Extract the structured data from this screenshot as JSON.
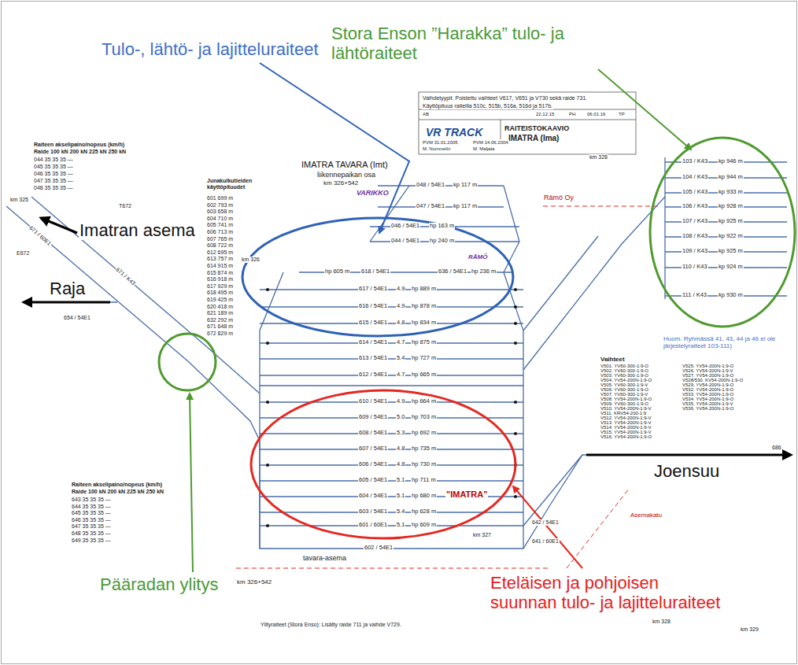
{
  "diagram": {
    "labels": [
      "Stora Enson ”Harakka” tulo- ja lähtöraiteet",
      "Tulo-, lähtö- ja lajitteluraiteet",
      "Imatran asema",
      "Raja",
      "Joensuu",
      "Pääradan ylitys",
      "Eteläisen ja pohjoisen suunnan tulo- ja lajitteluraiteet",
      "IMATRA TAVARA (Imt)",
      "liikennepaikan osa",
      "km 326+542",
      "VARIKKO",
      "VR TRACK",
      "RAITEISTOKAAVIO",
      "IMATRA (Ima)",
      "Rämö Oy",
      "RÄMÖ",
      "\"IMATRA\"",
      "tavara-asema",
      "Asemakatu",
      "km 326+542",
      "Ylityraiteet (Stora Enso): Lisätty raide 711 ja vaihde V729.",
      "Huom. Ryhmässä 41, 43, 44 ja 46 ei ole järjestelyraiteet 103-111)",
      "Vaihdetyypit. Poistettu vaihteet V617, V651 ja V730 sekä raide 731.",
      "Käyttöpituus raiteilla 510c, 515b, 516a, 516d ja 517b.",
      "Vaihteet",
      "km 325",
      "km 326",
      "km 327",
      "km 328",
      "km 329",
      "km 328",
      "Raiteen akselipaino/nopeus (km/h)",
      "Raide 100 kN 200 kN 225 kN 250 kN",
      "044 35 35 35 —",
      "045 35 35 35 —",
      "046 35 35 35 —",
      "047 35 35 35 —",
      "048 35 35 35 —",
      "Junakulkutieiden käyttöpituudet",
      "601 699 m",
      "602 793 m",
      "603 658 m",
      "604 710 m",
      "605 741 m",
      "606 713 m",
      "607 765 m",
      "608 722 m",
      "612 695 m",
      "613 757 m",
      "614 915 m",
      "615 874 m",
      "616 918 m",
      "617 929 m",
      "618 495 m",
      "619 425 m",
      "620 418 m",
      "621 189 m",
      "632 292 m",
      "671 648 m",
      "672 829 m",
      "Raiteen akselipaino/nopeus (km/h)",
      "Raide 100 kN 200 kN 225 kN 250 kN",
      "643 35 35 35 —",
      "644 35 35 35 —",
      "645 35 35 35 —",
      "646 35 35 35 —",
      "647 35 35 35 —",
      "648 35 35 35 —",
      "649 35 35 35 —",
      "617 / 54E1",
      "4.9",
      "hp 889 m",
      "616 / 54E1",
      "4.9",
      "hp 878 m",
      "615 / 54E1",
      "4.8",
      "hp 834 m",
      "614 / 54E1",
      "4.7",
      "hp 875 m",
      "613 / 54E1",
      "5.4",
      "hp 727 m",
      "612 / 54E1",
      "4.7",
      "hp 665 m",
      "610 / 54E1",
      "4.9",
      "hp 664 m",
      "609 / 54E1",
      "5.0",
      "hp 703 m",
      "608 / 54E1",
      "5.3",
      "hp 692 m",
      "607 / 54E1",
      "4.8",
      "hp 735 m",
      "606 / 54E1",
      "4.8",
      "hp 730 m",
      "605 / 54E1",
      "5.1",
      "hp 711 m",
      "604 / 54E1",
      "5.1",
      "hp 680 m",
      "603 / 54E1",
      "5.4",
      "hp 628 m",
      "601 / 60E1",
      "5.1",
      "hp 609 m",
      "602 / 54E1",
      "618 / 54E1",
      "hp 605 m",
      "048 / 54E1",
      "kp 117 m",
      "047 / 54E1",
      "kp 117 m",
      "046 / 54E1",
      "hp 163 m",
      "044 / 54E1",
      "hp 240 m",
      "636 / 54E1",
      "hp 236 m",
      "654 / 54E1",
      "671 / 60E1",
      "671 / K43",
      "641 / 60E1",
      "642 / 54E1",
      "686",
      "E672",
      "T672",
      "103 / K43",
      "kp 946 m",
      "104 / K43",
      "kp 944 m",
      "105 / K43",
      "kp 933 m",
      "106 / K43",
      "kp 928 m",
      "107 / K43",
      "kp 925 m",
      "108 / K43",
      "kp 922 m",
      "109 / K43",
      "kp 925 m",
      "110 / K43",
      "kp 924 m",
      "111 / K43",
      "kp 930 m",
      "V501. YV60-300-1:9-O",
      "V502. YV60-300-1:9-O",
      "V503. YV60-300-1:9-O",
      "V504. YV54-200N-1:9-O",
      "V505. YV60-300-1:9-V",
      "V506. YV60-300-1:9-O",
      "V507. YV60-300-1:9-V",
      "V508. YV54-200N-1:9-O",
      "V509. YV60-300-1:9-O",
      "V510. YV54-200N-1:9-V",
      "V511. KRV54-200-1:9",
      "V512. YV54-200N-1:9-V",
      "V513. YV54-200N-1:9-V",
      "V514. YV54-200N-1:9-V",
      "V515. YV54-200N-1:9-V",
      "V516. YV54-200N-1:9-O",
      "V525. YV54-200N-1:9-O",
      "V526. YV54-200N-1:9-V",
      "V527. YV54-200N-1:9-O",
      "V528/530. KV54-200N-1:9-O",
      "V529. YV54-200N-1:9-O",
      "V532. YV54-200N-1:9-O",
      "V533. YV54-200N-1:9-O",
      "V534. YV54-200N-1:9-O",
      "V535. YV54-200N-1:9-V",
      "V536. YV54-200N-1:9-O",
      "AB",
      "22.12.15",
      "PH",
      "06.01.16",
      "TP",
      "PVM 31.01.2005",
      "PVM 14.06.2004",
      "M. Nummelin",
      "M. Maljala"
    ]
  }
}
